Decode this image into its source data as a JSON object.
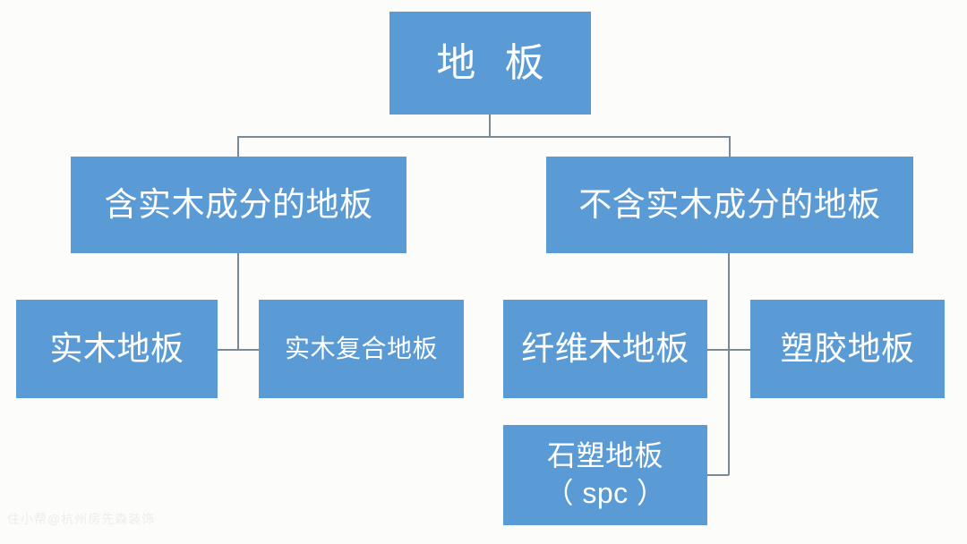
{
  "diagram": {
    "type": "organizational-tree",
    "title": "地 板",
    "background_color": "#fcfcfb",
    "node_color": "#5b9bd5",
    "node_text_color": "#ffffff",
    "connector_color": "#7a8996",
    "root": {
      "label": "地 板",
      "children": [
        {
          "label": "含实木成分的地板",
          "children": [
            {
              "label": "实木地板"
            },
            {
              "label": "实木复合地板"
            }
          ]
        },
        {
          "label": "不含实木成分的地板",
          "children": [
            {
              "label": "纤维木地板"
            },
            {
              "label": "塑胶地板"
            },
            {
              "label": "石塑地板\n（ spc ）"
            }
          ]
        }
      ]
    },
    "nodes": {
      "root": "地 板",
      "branch_left": "含实木成分的地板",
      "branch_right": "不含实木成分的地板",
      "leaf_solid_wood": "实木地板",
      "leaf_engineered_wood": "实木复合地板",
      "leaf_fiber_wood": "纤维木地板",
      "leaf_plastic": "塑胶地板",
      "leaf_spc": "石塑地板\n（ spc ）"
    }
  },
  "watermark": {
    "text": "住小帮@杭州房先森装饰"
  }
}
